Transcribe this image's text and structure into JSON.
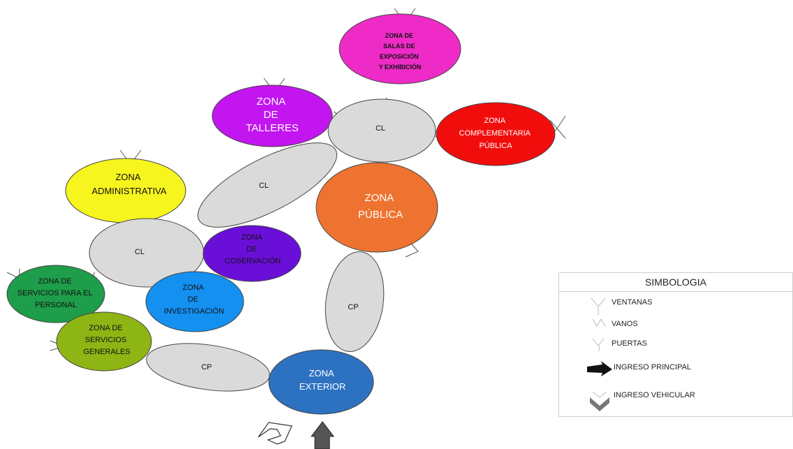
{
  "zones": {
    "salas": {
      "lines": [
        "ZONA DE",
        "SALAS DE",
        "EXPOSICIÓN",
        "Y  EXHIBICIÓN"
      ],
      "color": "#EE2BC6"
    },
    "talleres": {
      "lines": [
        "ZONA",
        "DE",
        "TALLERES"
      ],
      "color": "#C215F0"
    },
    "cl_top": {
      "lines": [
        "CL"
      ],
      "color": "#DADADA"
    },
    "complementaria": {
      "lines": [
        "ZONA",
        "COMPLEMENTARIA",
        "PÚBLICA"
      ],
      "color": "#F20D0D"
    },
    "cl_mid": {
      "lines": [
        "CL"
      ],
      "color": "#DADADA"
    },
    "publica": {
      "lines": [
        "ZONA",
        "PÚBLICA"
      ],
      "color": "#EE7330"
    },
    "administrativa": {
      "lines": [
        "ZONA",
        "ADMINISTRATIVA"
      ],
      "color": "#F7F51E"
    },
    "cl_left": {
      "lines": [
        "CL"
      ],
      "color": "#DADADA"
    },
    "conservacion": {
      "lines": [
        "ZONA",
        "DE",
        "COSERVACIÓN"
      ],
      "color": "#6A0FD8"
    },
    "investigacion": {
      "lines": [
        "ZONA",
        "DE",
        "INVESTIGACIÓN"
      ],
      "color": "#1490F0"
    },
    "personal": {
      "lines": [
        "ZONA DE",
        "SERVICIOS PARA EL",
        "PERSONAL"
      ],
      "color": "#1E9D4A"
    },
    "generales": {
      "lines": [
        "ZONA DE",
        "SERVICIOS",
        "GENERALES"
      ],
      "color": "#8DB514"
    },
    "cp_right": {
      "lines": [
        "CP"
      ],
      "color": "#DADADA"
    },
    "cp_bottom": {
      "lines": [
        "CP"
      ],
      "color": "#DADADA"
    },
    "exterior": {
      "lines": [
        "ZONA",
        "EXTERIOR"
      ],
      "color": "#2D72C0"
    }
  },
  "legend": {
    "title": "SIMBOLOGIA",
    "items": [
      "VENTANAS",
      "VANOS",
      "PUERTAS",
      "INGRESO PRINCIPAL",
      "INGRESO VEHICULAR"
    ]
  }
}
